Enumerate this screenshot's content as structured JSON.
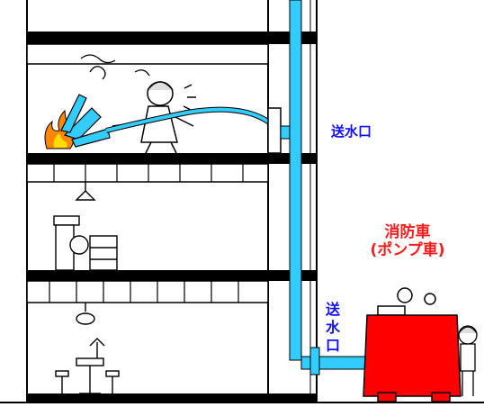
{
  "labels": {
    "inlet_upper": "送水口",
    "inlet_lower": [
      "送",
      "水",
      "口"
    ],
    "truck_line1": "消防車",
    "truck_line2": "(ポンプ車)"
  },
  "colors": {
    "pipe": "#33ccff",
    "truck": "#ff0000",
    "label_blue": "#1010ff",
    "label_red": "#ff1a1a",
    "fire_orange": "#ff8800",
    "fire_yellow": "#ffdd00",
    "outline": "#000000"
  }
}
